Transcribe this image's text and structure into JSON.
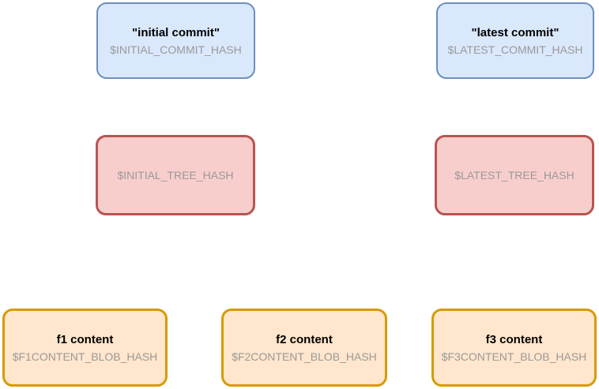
{
  "diagram": {
    "kind": "git-object-diagram",
    "background_color": "#ffffff",
    "palette": {
      "commit_fill": "#dae8fc",
      "commit_stroke": "#6c8ebf",
      "tree_fill": "#f8cecc",
      "tree_stroke": "#b85450",
      "blob_fill": "#ffe6cc",
      "blob_stroke": "#d79b00",
      "title_color": "#000000",
      "hash_color": "#999999"
    },
    "nodes": [
      {
        "id": "initial-commit",
        "kind": "commit",
        "title": "\"initial commit\"",
        "hash": "$INITIAL_COMMIT_HASH"
      },
      {
        "id": "latest-commit",
        "kind": "commit",
        "title": "\"latest commit\"",
        "hash": "$LATEST_COMMIT_HASH"
      },
      {
        "id": "initial-tree",
        "kind": "tree",
        "title": "",
        "hash": "$INITIAL_TREE_HASH"
      },
      {
        "id": "latest-tree",
        "kind": "tree",
        "title": "",
        "hash": "$LATEST_TREE_HASH"
      },
      {
        "id": "f1-blob",
        "kind": "blob",
        "title": "f1 content",
        "hash": "$F1CONTENT_BLOB_HASH"
      },
      {
        "id": "f2-blob",
        "kind": "blob",
        "title": "f2 content",
        "hash": "$F2CONTENT_BLOB_HASH"
      },
      {
        "id": "f3-blob",
        "kind": "blob",
        "title": "f3 content",
        "hash": "$F3CONTENT_BLOB_HASH"
      }
    ]
  }
}
